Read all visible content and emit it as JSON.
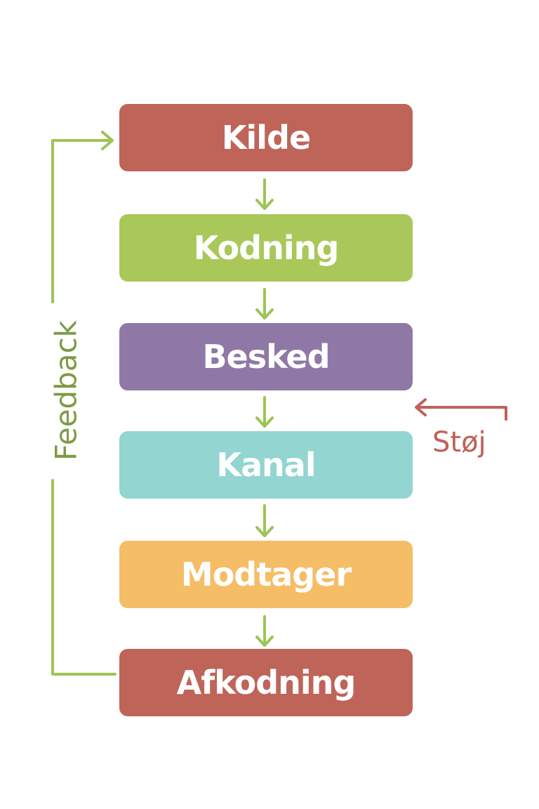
{
  "diagram": {
    "steps": [
      {
        "label": "Kilde",
        "color": "#bf6459"
      },
      {
        "label": "Kodning",
        "color": "#a9c859"
      },
      {
        "label": "Besked",
        "color": "#8f78a6"
      },
      {
        "label": "Kanal",
        "color": "#92d5d1"
      },
      {
        "label": "Modtager",
        "color": "#f5bd66"
      },
      {
        "label": "Afkodning",
        "color": "#bf6459"
      }
    ],
    "feedback": {
      "label": "Feedback",
      "color": "#9dc455",
      "text_color": "#7d9a45"
    },
    "noise": {
      "label": "Støj",
      "color": "#c06058"
    },
    "arrow_color": "#9dc455"
  }
}
